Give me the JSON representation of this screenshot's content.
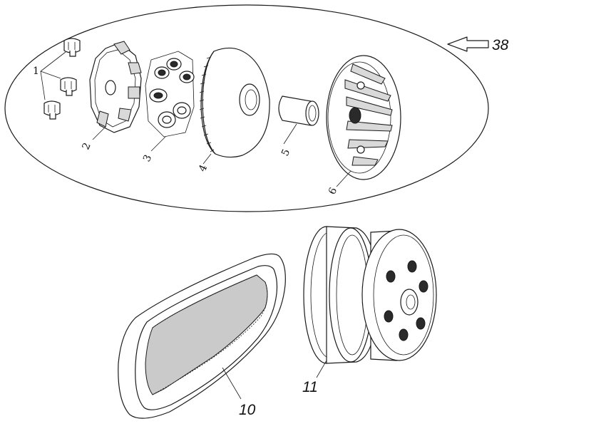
{
  "callouts": {
    "part_1": "1",
    "part_2": "2",
    "part_3": "3",
    "part_4": "4",
    "part_5": "5",
    "part_6": "6",
    "assembly": "38",
    "belt": "10",
    "clutch": "11"
  },
  "colors": {
    "line": "#1a1a1a",
    "background": "#ffffff"
  }
}
